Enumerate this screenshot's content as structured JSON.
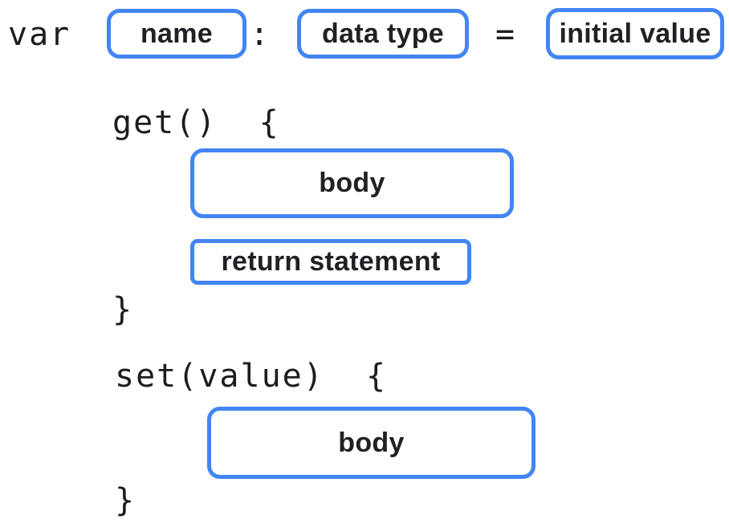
{
  "colors": {
    "slot_border_blue": "#4285F4",
    "text_dark": "#1d1d1f",
    "background": "#ffffff"
  },
  "declaration": {
    "keyword": "var",
    "name_placeholder": "name",
    "colon": ":",
    "type_placeholder": "data type",
    "equals": "=",
    "initial_value_placeholder": "initial value"
  },
  "getter": {
    "signature": "get()  {",
    "body_placeholder": "body",
    "return_placeholder": "return statement",
    "closing_brace": "}"
  },
  "setter": {
    "signature": "set(value)  {",
    "body_placeholder": "body",
    "closing_brace": "}"
  }
}
